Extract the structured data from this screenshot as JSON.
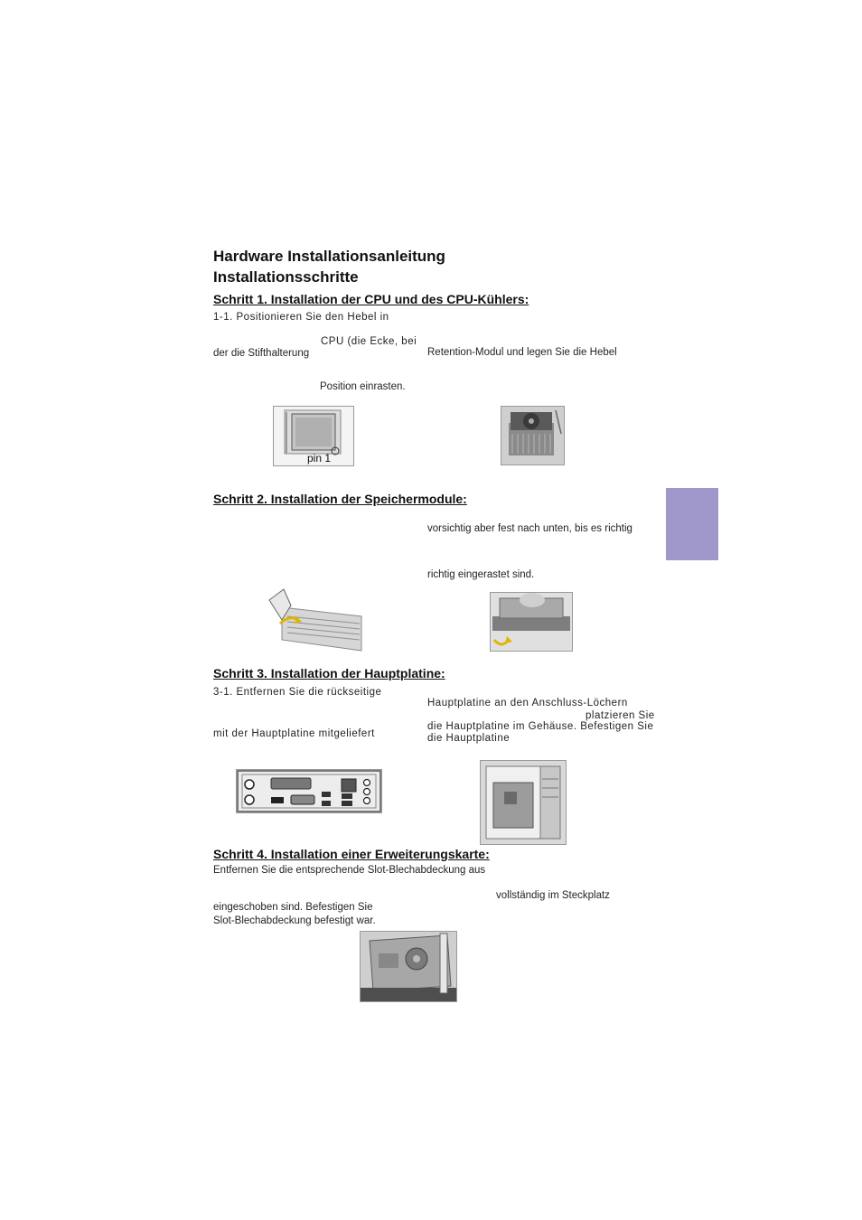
{
  "document": {
    "title": "Hardware Installationsanleitung",
    "subtitle": "Installationsschritte"
  },
  "step1": {
    "heading": "Schritt 1. Installation der CPU und des CPU-Kühlers:",
    "line1": "1-1. Positionieren Sie den Hebel in",
    "fragment_cpu": "CPU (die Ecke, bei",
    "fragment_pin_holder": "der die Stifthalterung",
    "fragment_retention": "Retention-Modul und legen Sie die Hebel",
    "fragment_position": "Position einrasten.",
    "figure_label": "pin 1"
  },
  "step2": {
    "heading": "Schritt 2. Installation der Speichermodule:",
    "fragment_careful": "vorsichtig aber fest nach unten, bis es richtig",
    "fragment_engaged": "richtig eingerastet sind."
  },
  "step3": {
    "heading": "Schritt 3. Installation der Hauptplatine:",
    "line1": "3-1. Entfernen Sie die rückseitige",
    "fragment_mainboard_holes": "Hauptplatine an den Anschluss-Löchern",
    "fragment_place": "platzieren Sie",
    "fragment_case": "die Hauptplatine im Gehäuse. Befestigen Sie",
    "fragment_mainboard": "die Hauptplatine",
    "fragment_supplied": "mit der Hauptplatine mitgeliefert"
  },
  "step4": {
    "heading": "Schritt 4. Installation einer Erweiterungskarte:",
    "line1": "Entfernen Sie die entsprechende Slot-Blechabdeckung aus",
    "fragment_complete": "vollständig im Steckplatz",
    "fragment_inserted": "eingeschoben sind. Befestigen Sie",
    "fragment_bracket": "Slot-Blechabdeckung befestigt war."
  },
  "colors": {
    "side_tab": "#9f97c9"
  }
}
